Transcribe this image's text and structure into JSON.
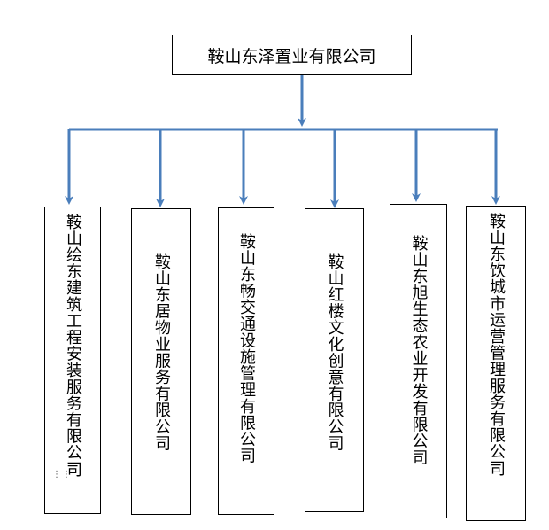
{
  "diagram": {
    "root": {
      "label": "鞍山东泽置业有限公司"
    },
    "children": [
      {
        "label": "鞍山绘东建筑工程安装服务有限公司"
      },
      {
        "label": "鞍山东居物业服务有限公司"
      },
      {
        "label": "鞍山东畅交通设施管理有限公司"
      },
      {
        "label": "鞍山红楼文化创意有限公司"
      },
      {
        "label": "鞍山东旭生态农业开发有限公司"
      },
      {
        "label": "鞍山东饮城市运营管理服务有限公司"
      }
    ],
    "colors": {
      "connector": "#4a7ebb",
      "border": "#000000"
    }
  }
}
